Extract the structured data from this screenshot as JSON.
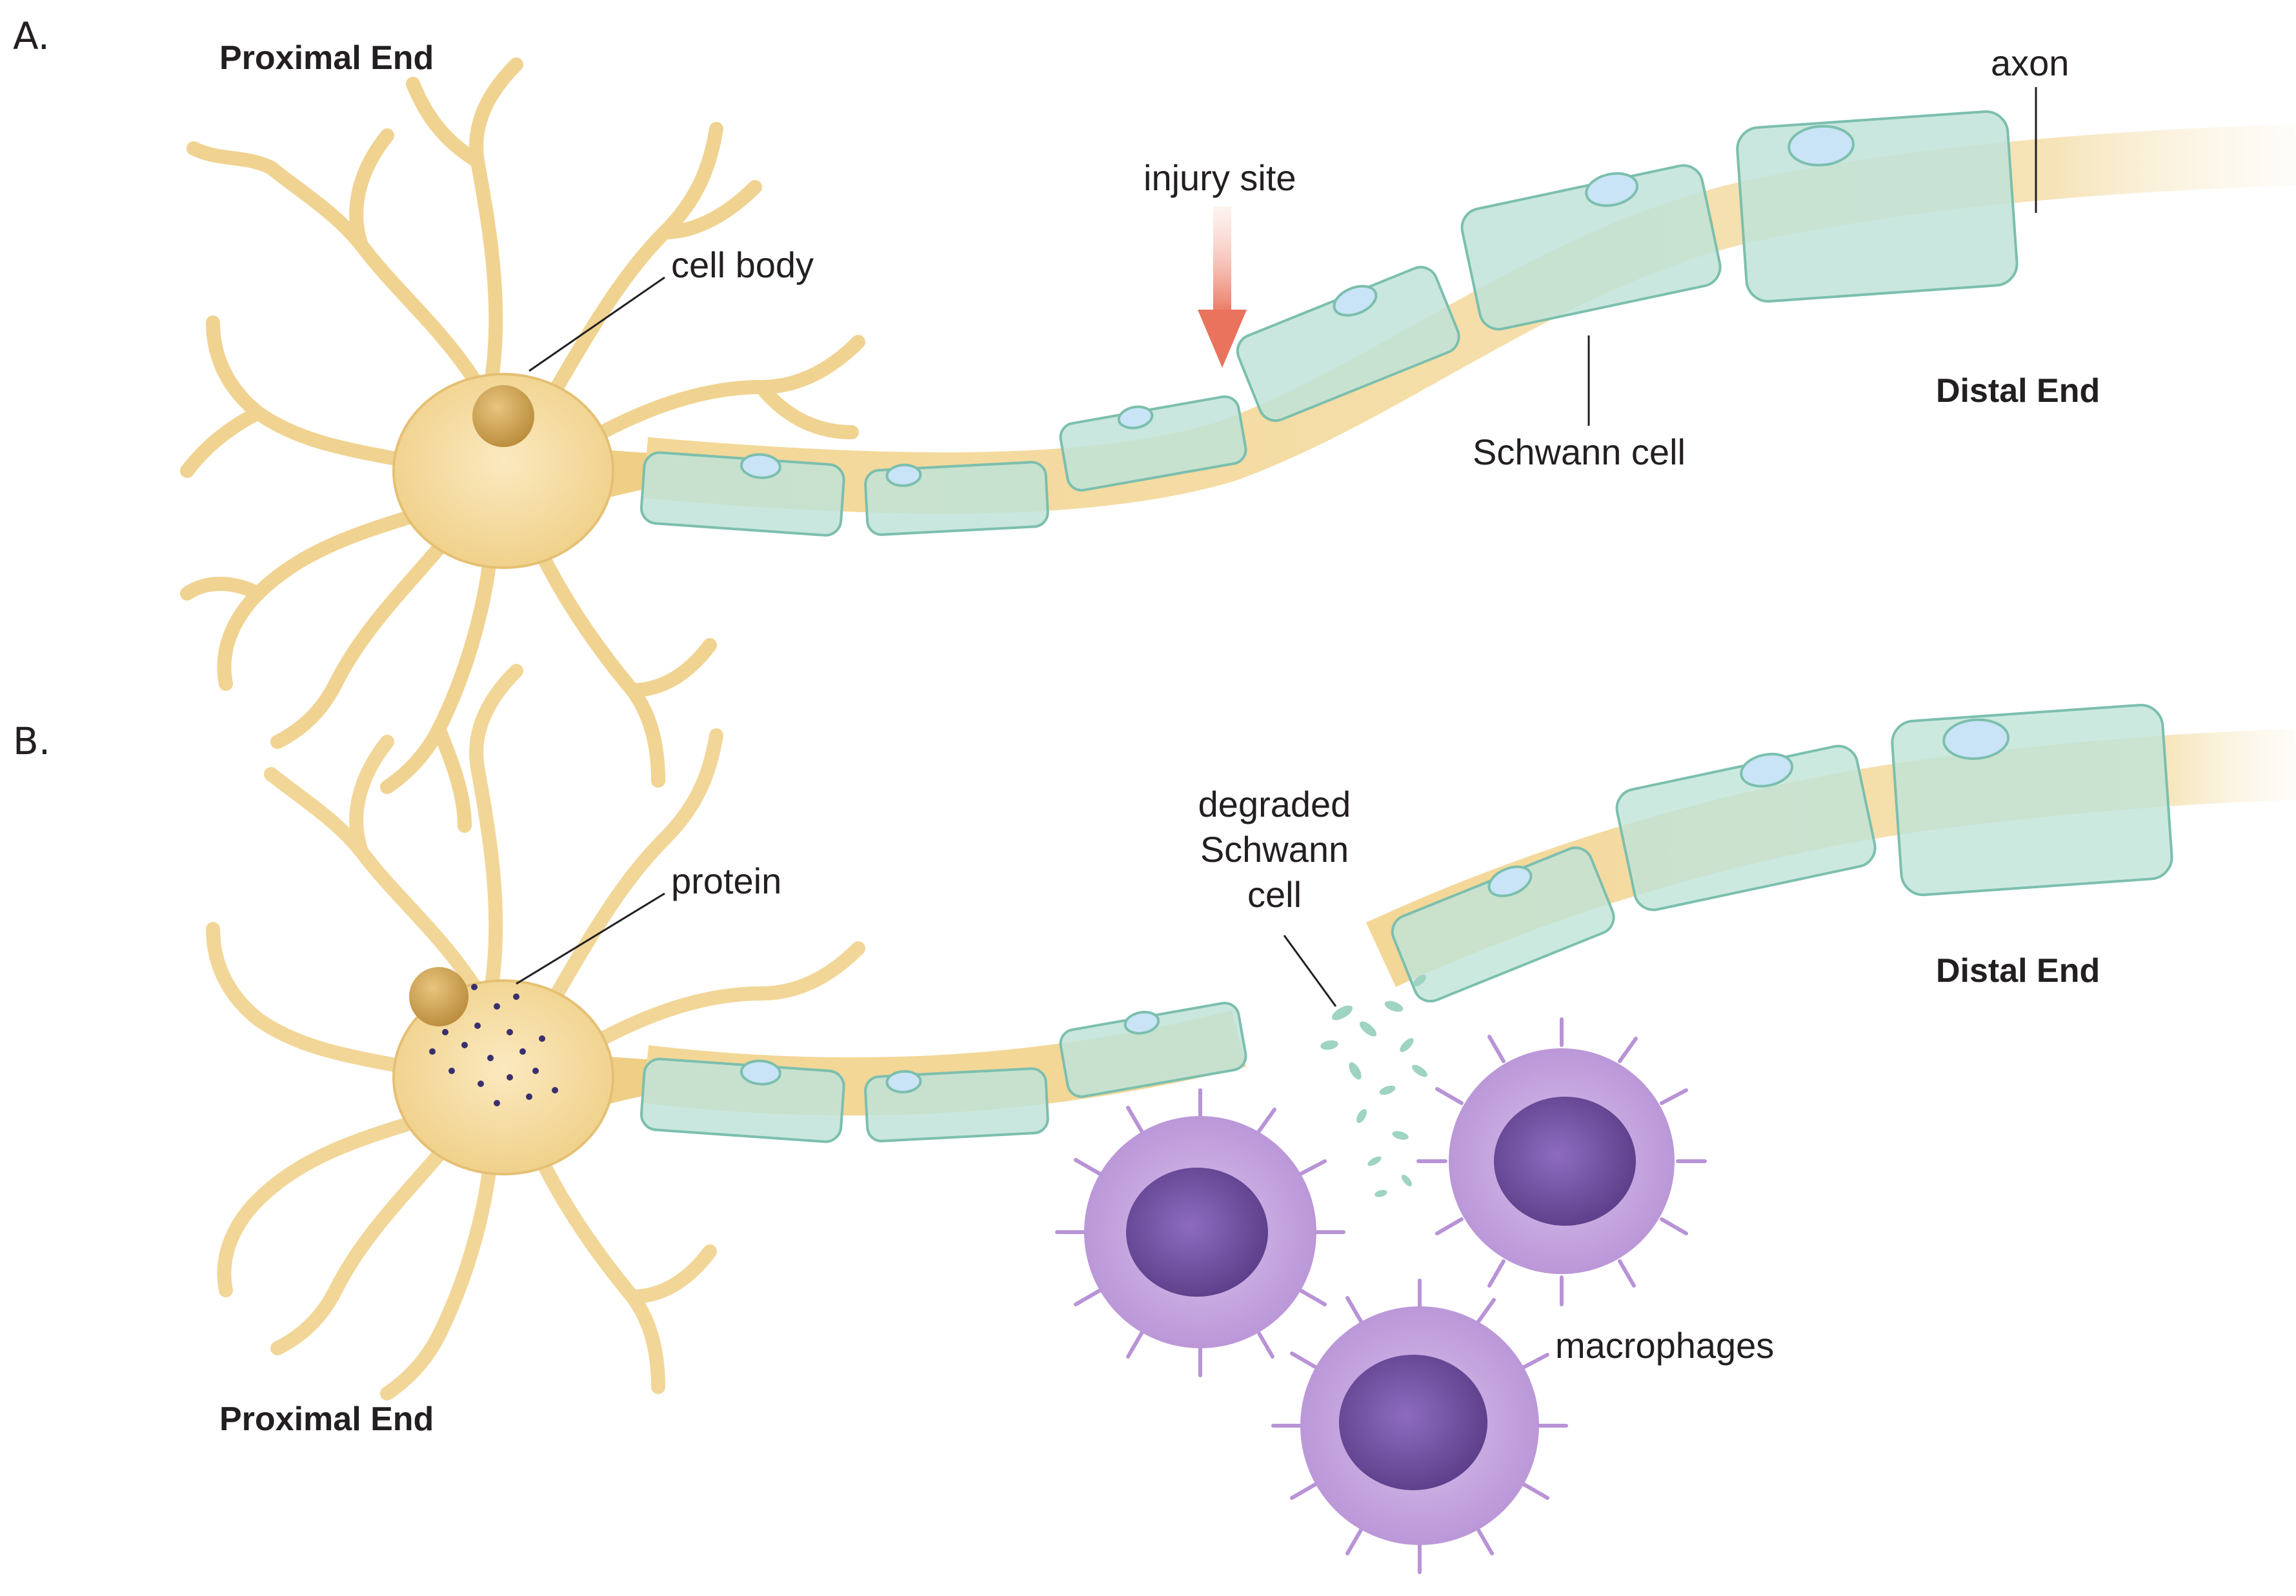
{
  "panels": [
    {
      "id": "A",
      "label": "A.",
      "proximal": "Proximal End",
      "distal": "Distal End",
      "callouts": {
        "cell_body": "cell body",
        "injury_site": "injury site",
        "axon": "axon",
        "schwann_cell": "Schwann cell"
      }
    },
    {
      "id": "B",
      "label": "B.",
      "proximal": "Proximal End",
      "distal": "Distal End",
      "callouts": {
        "protein": "protein",
        "degraded": [
          "degraded",
          "Schwann",
          "cell"
        ],
        "macrophages": "macrophages"
      }
    }
  ],
  "colors": {
    "neuron": "#f2d595",
    "neuron_dark": "#dcae5a",
    "schwann": "#bfe3d8",
    "schwann_edge": "#7cbfae",
    "nucleus": "#c9e4f6",
    "injury_arrow": "#ec7a64",
    "macrophage": "#c6a6dd",
    "macrophage_nucleus": "#6e4f9c",
    "protein_dot": "#3a2f6e"
  }
}
